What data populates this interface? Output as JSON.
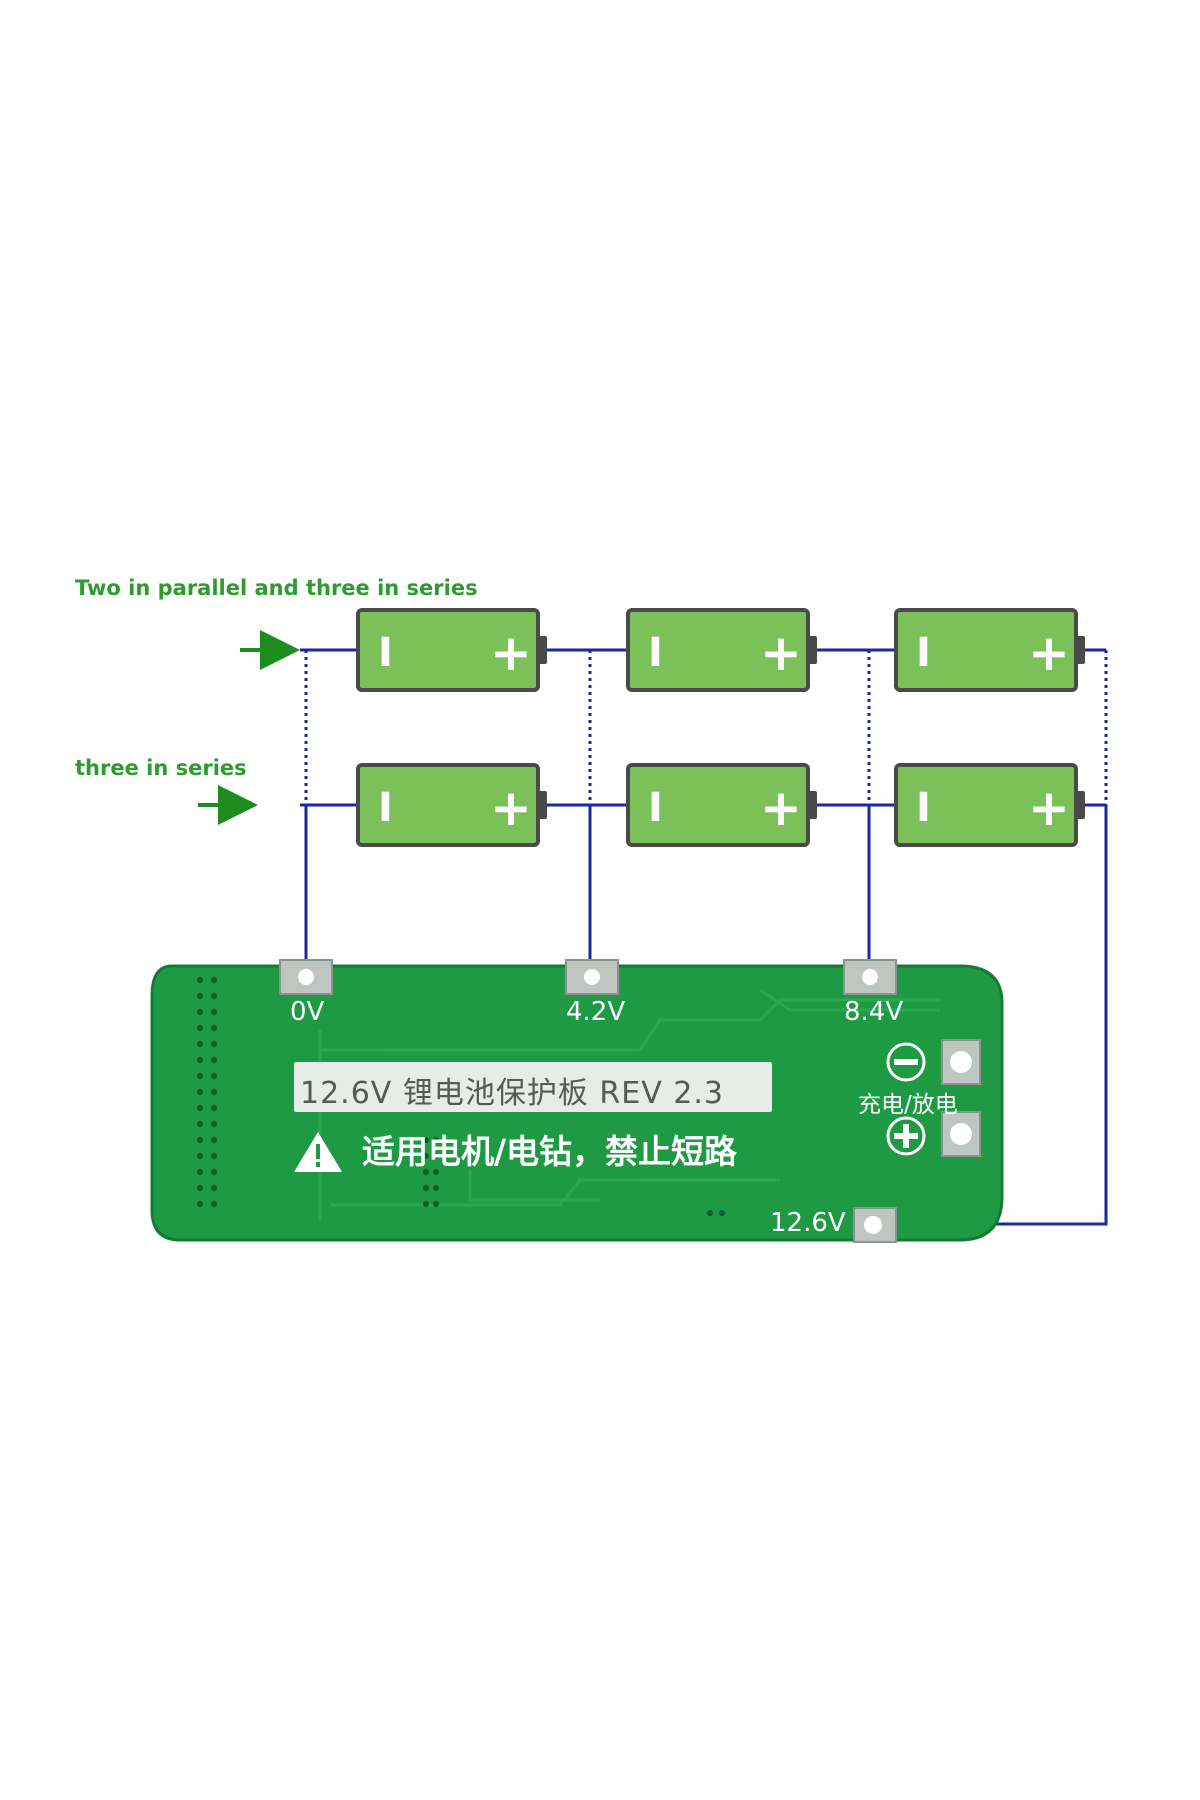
{
  "labels": {
    "parallel_series": "Two in parallel and three in series",
    "series": "three in series"
  },
  "board": {
    "title": "12.6V 锂电池保护板 REV 2.3",
    "warning": "适用电机/电钻，禁止短路",
    "charge_discharge": "充电/放电",
    "pads": [
      "0V",
      "4.2V",
      "8.4V",
      "12.6V"
    ]
  },
  "battery": {
    "negative_symbol": "I",
    "positive_symbol": "+"
  },
  "colors": {
    "battery_fill": "#7cc05a",
    "battery_border": "#4a4a4a",
    "wire": "#1a2a9a",
    "arrow": "#1e8c1e",
    "pcb": "#1f9a44",
    "label": "#2e9b2e"
  }
}
